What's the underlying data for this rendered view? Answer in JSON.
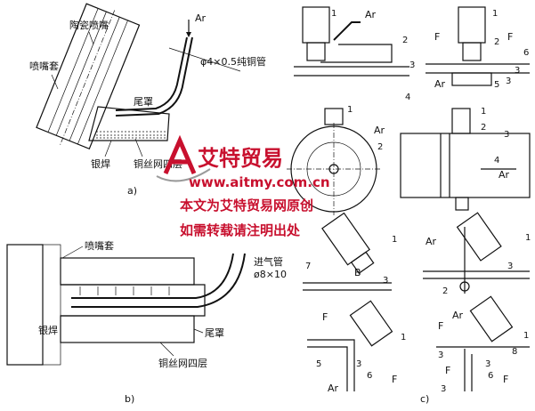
{
  "panel_a": {
    "label_ceramic_nozzle": "陶瓷喷嘴",
    "label_ar": "Ar",
    "label_nozzle_sleeve": "喷嘴套",
    "label_tube_spec": "φ4×0.5纯铜管",
    "label_tail_cover": "尾罩",
    "label_silver_solder": "银焊",
    "label_copper_mesh": "铜丝网四层",
    "caption": "a)"
  },
  "panel_b": {
    "label_nozzle_sleeve": "喷嘴套",
    "label_inlet_pipe": "进气管",
    "label_inlet_spec": "ø8×10",
    "label_tail_cover": "尾罩",
    "label_silver_solder": "银焊",
    "label_copper_mesh": "铜丝网四层",
    "caption": "b)"
  },
  "panel_c": {
    "caption": "c)",
    "ar": "Ar",
    "f": "F",
    "b": "B",
    "n1": "1",
    "n2": "2",
    "n3": "3",
    "n4": "4",
    "n5": "5",
    "n6": "6",
    "n7": "7",
    "n8": "8"
  },
  "watermark": {
    "brand": "艾特贸易",
    "url": "www.aitmy.com.cn",
    "line1": "本文为艾特贸易网原创",
    "line2": "如需转载请注明出处"
  },
  "colors": {
    "ink": "#111111",
    "watermark": "#c8102e"
  }
}
